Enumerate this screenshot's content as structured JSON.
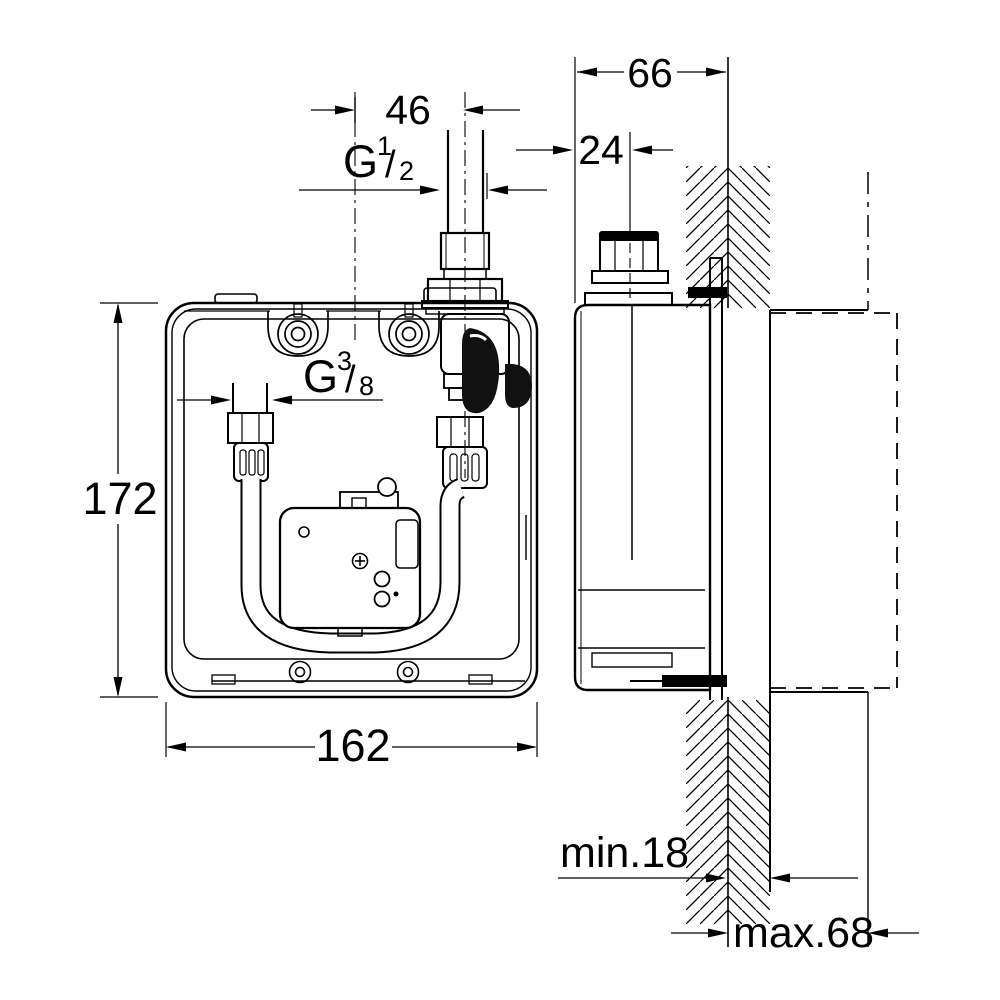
{
  "front_view": {
    "height": "172",
    "width": "162",
    "pipe_offset": "46",
    "inlet_thread": {
      "prefix": "G",
      "numerator": "1",
      "slash": "/",
      "denominator": "2"
    },
    "hose_thread": {
      "prefix": "G",
      "numerator": "3",
      "slash": "/",
      "denominator": "8"
    }
  },
  "side_view": {
    "depth": "66",
    "pipe_inset": "24",
    "finish_min": "min.18",
    "finish_max": "max.68"
  },
  "colors": {
    "line": "#000000",
    "background": "#ffffff"
  }
}
